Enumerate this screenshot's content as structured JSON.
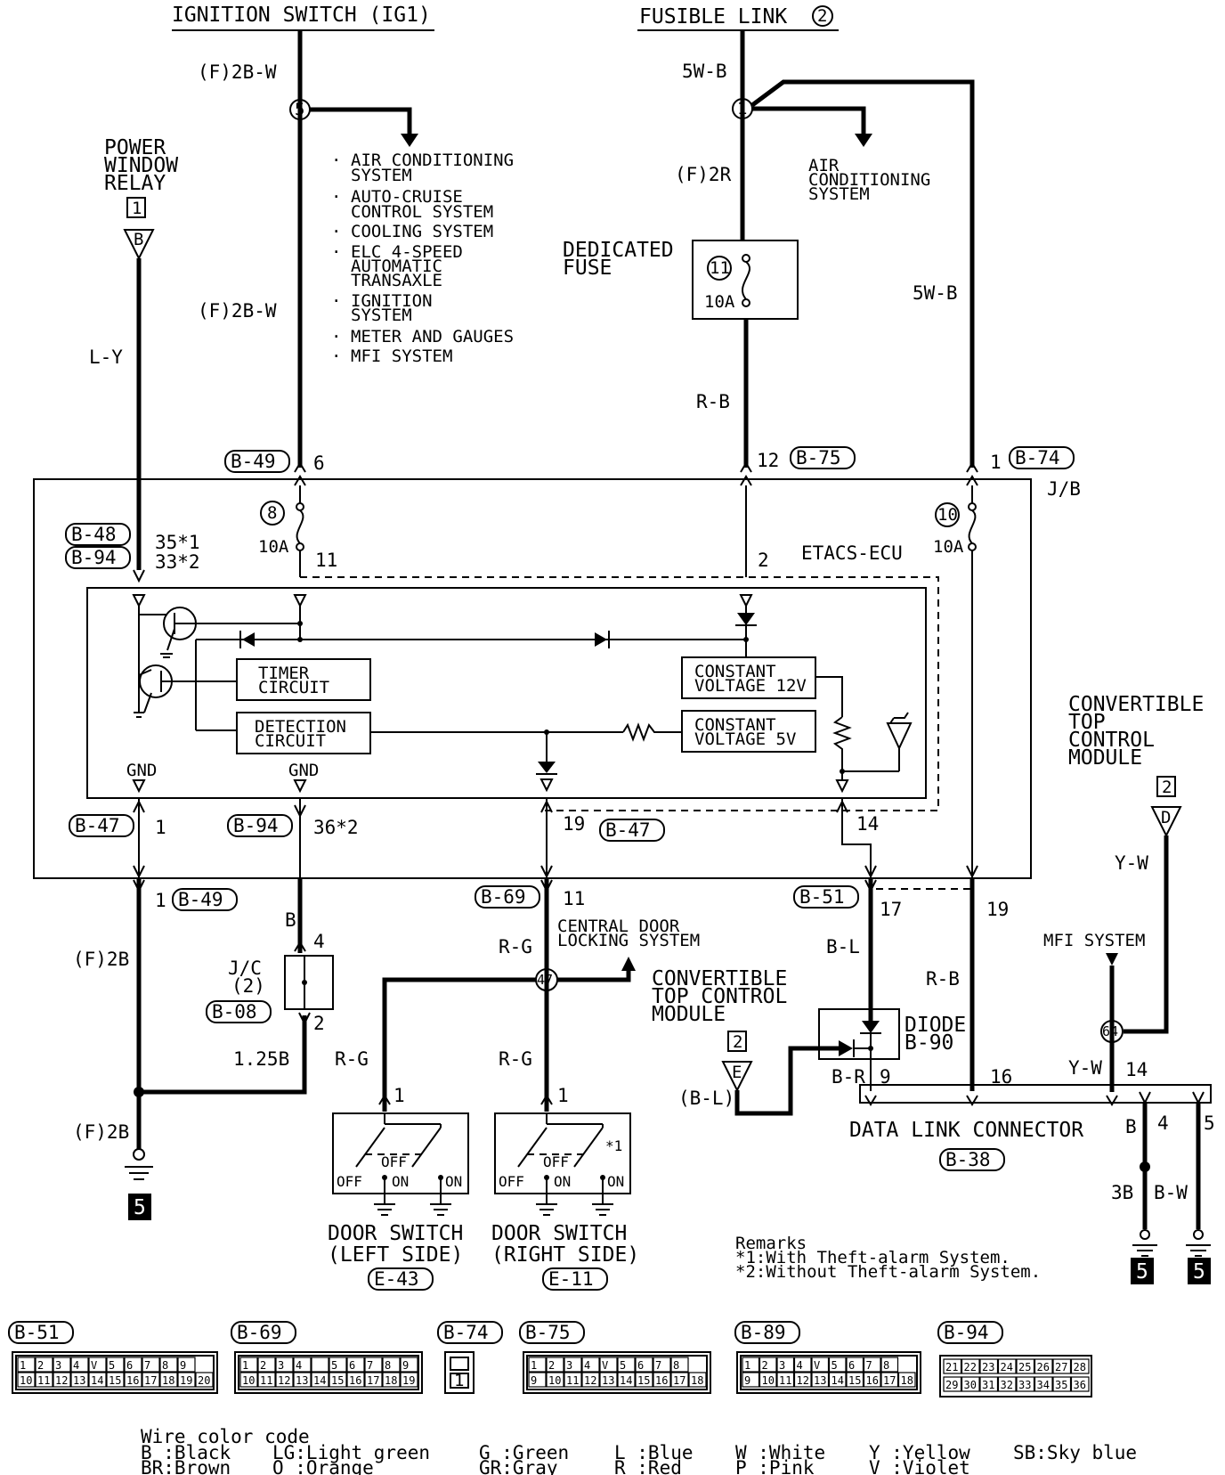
{
  "sources": {
    "ignition_switch": "IGNITION SWITCH (IG1)",
    "fusible_link": "FUSIBLE LINK",
    "fusible_link_num": "2"
  },
  "wires": {
    "f_2bw_top": "(F)2B-W",
    "f_2bw_mid": "(F)2B-W",
    "w_5wb_top": "5W-B",
    "w_5wb_right": "5W-B",
    "f_2r": "(F)2R",
    "r_b_fuse": "R-B",
    "l_y": "L-Y",
    "f_2b_left": "(F)2B",
    "f_2b_bottom": "(F)2B",
    "b_jc": "B",
    "w125b": "1.25B",
    "r_g_center": "R-G",
    "r_g_left": "R-G",
    "r_g_right": "R-G",
    "b_l_diode": "B-L",
    "b_r_diode": "B-R",
    "r_b_right": "R-B",
    "y_w_conv": "Y-W",
    "y_w_dlc": "Y-W",
    "b_l_conv": "(B-L)",
    "b_dlc": "B",
    "three_b": "3B",
    "b_w": "B-W"
  },
  "splices": {
    "ign": "5",
    "fusible": "1",
    "door": "47",
    "mfi": "64"
  },
  "ign_list": [
    "AIR CONDITIONING",
    "SYSTEM",
    "AUTO-CRUISE",
    "CONTROL SYSTEM",
    "COOLING SYSTEM",
    "ELC 4-SPEED",
    "AUTOMATIC",
    "TRANSAXLE",
    "IGNITION",
    "SYSTEM",
    "METER AND GAUGES",
    "MFI SYSTEM"
  ],
  "ac_label": [
    "AIR",
    "CONDITIONING",
    "SYSTEM"
  ],
  "power_window": {
    "lines": [
      "POWER",
      "WINDOW",
      "RELAY"
    ],
    "num": "1",
    "pin": "B"
  },
  "dedicated_fuse": {
    "lines": [
      "DEDICATED",
      "FUSE"
    ],
    "num": "11",
    "amp": "10A"
  },
  "jb": {
    "label": "J/B",
    "etacs": "ETACS-ECU",
    "fuse8": "8",
    "fuse8_amp": "10A",
    "fuse10": "10",
    "fuse10_amp": "10A",
    "b49_top": "B-49",
    "pin6": "6",
    "b75": "B-75",
    "pin12": "12",
    "b74": "B-74",
    "pin1_top": "1",
    "b48": "B-48",
    "b94_top": "B-94",
    "pin35": "35*1",
    "pin33": "33*2",
    "pin11_in": "11",
    "pin2_in": "2",
    "b47_left": "B-47",
    "pin1_b47": "1",
    "b94_bot": "B-94",
    "pin36": "36*2",
    "pin19_in": "19",
    "b47_mid": "B-47",
    "pin14": "14",
    "b49_bot": "B-49",
    "pin1_b49": "1",
    "b69": "B-69",
    "pin11_b69": "11",
    "b51": "B-51",
    "pin17": "17",
    "pin19_right": "19"
  },
  "ecu": {
    "timer": [
      "TIMER",
      "CIRCUIT"
    ],
    "detection": [
      "DETECTION",
      "CIRCUIT"
    ],
    "cv12": [
      "CONSTANT",
      "VOLTAGE 12V"
    ],
    "cv5": [
      "CONSTANT",
      "VOLTAGE 5V"
    ],
    "gnd1": "GND",
    "gnd2": "GND"
  },
  "jc": {
    "label": "J/C",
    "num": "(2)",
    "conn": "B-08",
    "pin4": "4",
    "pin2": "2"
  },
  "central_door": [
    "CENTRAL DOOR",
    "LOCKING SYSTEM"
  ],
  "conv_top_left": {
    "lines": [
      "CONVERTIBLE",
      "TOP CONTROL",
      "MODULE"
    ],
    "num": "2",
    "pin": "E"
  },
  "conv_top_right": {
    "lines": [
      "CONVERTIBLE",
      "TOP",
      "CONTROL",
      "MODULE"
    ],
    "num": "2",
    "pin": "D"
  },
  "mfi_system": "MFI SYSTEM",
  "diode": {
    "lines": [
      "DIODE",
      "B-90"
    ],
    "pin9": "9"
  },
  "dlc": {
    "label": "DATA LINK CONNECTOR",
    "conn": "B-38",
    "pin16": "16",
    "pin14": "14",
    "pin4": "4",
    "pin5": "5"
  },
  "door_left": {
    "lines": [
      "DOOR SWITCH",
      "(LEFT SIDE)"
    ],
    "conn": "E-43",
    "pin": "1",
    "off": "OFF",
    "on": "ON",
    "off2": "OFF",
    "on2": "ON"
  },
  "door_right": {
    "lines": [
      "DOOR SWITCH",
      "(RIGHT SIDE)"
    ],
    "conn": "E-11",
    "pin": "1",
    "off": "OFF",
    "on": "ON",
    "off2": "OFF",
    "on2": "ON",
    "note": "*1"
  },
  "ground_num": "5",
  "remarks": [
    "Remarks",
    "*1:With Theft-alarm System.",
    "*2:Without Theft-alarm System."
  ],
  "connectors": [
    {
      "id": "B-51",
      "row1": [
        "1",
        "2",
        "3",
        "4",
        "V",
        "5",
        "6",
        "7",
        "8",
        "9"
      ],
      "row2": [
        "10",
        "11",
        "12",
        "13",
        "14",
        "15",
        "16",
        "17",
        "18",
        "19",
        "20"
      ]
    },
    {
      "id": "B-69",
      "row1": [
        "1",
        "2",
        "3",
        "4",
        "",
        "5",
        "6",
        "7",
        "8",
        "9"
      ],
      "row2": [
        "10",
        "11",
        "12",
        "13",
        "14",
        "15",
        "16",
        "17",
        "18",
        "19"
      ]
    },
    {
      "id": "B-74",
      "row1": [],
      "row2": [
        "1"
      ]
    },
    {
      "id": "B-75",
      "row1": [
        "1",
        "2",
        "3",
        "4",
        "V",
        "5",
        "6",
        "7",
        "8"
      ],
      "row2": [
        "9",
        "10",
        "11",
        "12",
        "13",
        "14",
        "15",
        "16",
        "17",
        "18"
      ]
    },
    {
      "id": "B-89",
      "row1": [
        "1",
        "2",
        "3",
        "4",
        "V",
        "5",
        "6",
        "7",
        "8"
      ],
      "row2": [
        "9",
        "10",
        "11",
        "12",
        "13",
        "14",
        "15",
        "16",
        "17",
        "18"
      ]
    },
    {
      "id": "B-94",
      "row1": [
        "21",
        "22",
        "23",
        "24",
        "25",
        "26",
        "27",
        "28"
      ],
      "row2": [
        "29",
        "30",
        "31",
        "32",
        "33",
        "34",
        "35",
        "36"
      ]
    }
  ],
  "color_code": {
    "title": "Wire color code",
    "items": [
      "B :Black",
      "BR:Brown",
      "LG:Light green",
      "O :Orange",
      "G :Green",
      "GR:Gray",
      "L :Blue",
      "R :Red",
      "W :White",
      "P :Pink",
      "Y :Yellow",
      "V :Violet",
      "SB:Sky blue"
    ]
  }
}
